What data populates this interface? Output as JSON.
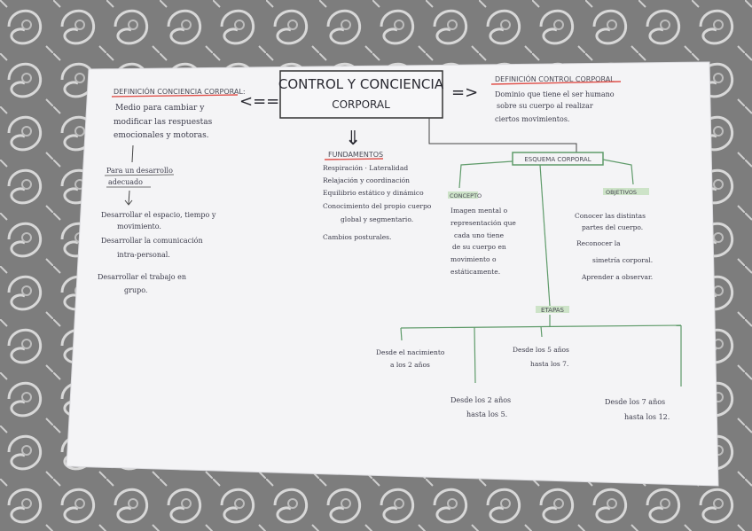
{
  "title": {
    "line1": "CONTROL Y CONCIENCIA",
    "line2": "CORPORAL"
  },
  "arrows": {
    "left": "<==",
    "right": "=>",
    "down": "⇓"
  },
  "left_branch": {
    "heading": "DEFINICIÓN CONCIENCIA CORPORAL:",
    "lines": [
      "Medio para cambiar y",
      "modificar las respuestas",
      "emocionales y motoras."
    ],
    "subheading_1": "Para un desarrollo",
    "subheading_2": "adecuado",
    "bullets": [
      {
        "l1": "Desarrollar el espacio, tiempo y",
        "l2": "movimiento."
      },
      {
        "l1": "Desarrollar la comunicación",
        "l2": "intra-personal."
      },
      {
        "l1": "Desarrollar el trabajo en",
        "l2": "grupo."
      }
    ]
  },
  "right_branch": {
    "heading": "DEFINICIÓN CONTROL CORPORAL",
    "lines": [
      "Dominio que tiene el ser humano",
      "sobre su cuerpo al realizar",
      "ciertos movimientos."
    ]
  },
  "fundamentos": {
    "heading": "FUNDAMENTOS",
    "items": [
      "Respiración · Lateralidad",
      "Relajación y coordinación",
      "Equilibrio estático y dinámico",
      "Conocimiento del propio cuerpo",
      "global y segmentario.",
      "Cambios posturales."
    ]
  },
  "esquema": {
    "heading": "ESQUEMA CORPORAL",
    "concepto": {
      "label": "CONCEPTO",
      "lines": [
        "Imagen mental o",
        "representación que",
        "cada uno tiene",
        "de su cuerpo en",
        "movimiento o",
        "estáticamente."
      ]
    },
    "objetivos": {
      "label": "OBJETIVOS",
      "items": [
        {
          "l1": "Conocer las distintas",
          "l2": "partes del cuerpo."
        },
        {
          "l1": "Reconocer la",
          "l2": "simetría corporal."
        },
        {
          "l1": "Aprender a observar.",
          "l2": ""
        }
      ]
    },
    "etapas": {
      "label": "ETAPAS",
      "items": [
        {
          "l1": "Desde el nacimiento",
          "l2": "a los 2 años"
        },
        {
          "l1": "Desde los 2 años",
          "l2": "hasta los 5."
        },
        {
          "l1": "Desde los 5 años",
          "l2": "hasta los 7."
        },
        {
          "l1": "Desde los 7 años",
          "l2": "hasta los 12."
        }
      ]
    }
  },
  "colors": {
    "tablecloth": "#8a8a8a",
    "paper": "#f4f4f6",
    "ink": "#3b3b4a",
    "red_underline": "#e0504a",
    "green": "#5f9b6a"
  }
}
